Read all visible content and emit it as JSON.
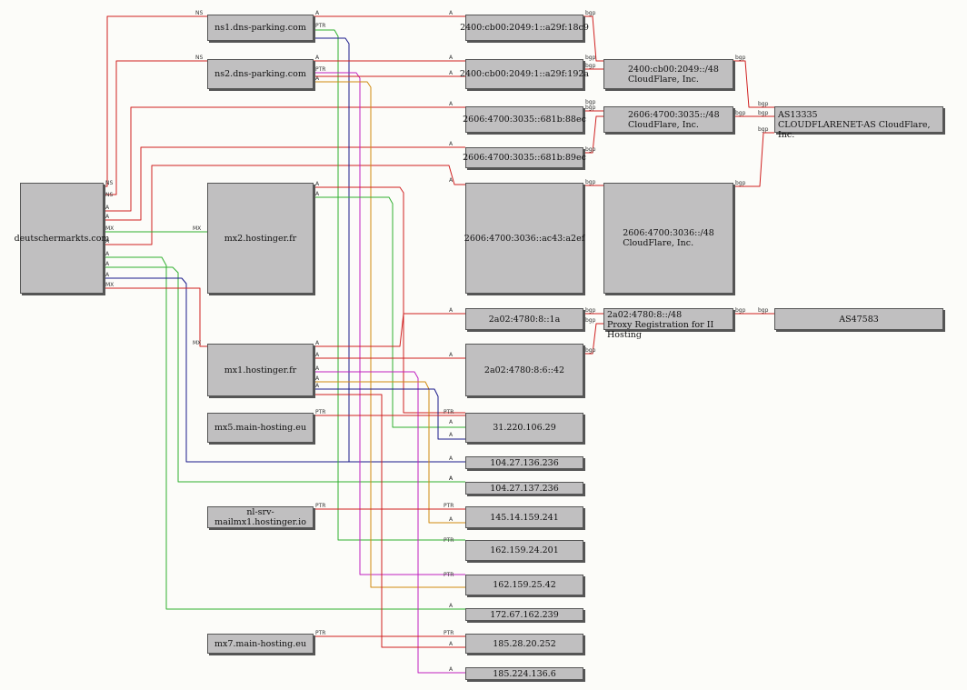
{
  "nodes": {
    "domain": "deutschermarkts.com",
    "ns1": "ns1.dns-parking.com",
    "ns2": "ns2.dns-parking.com",
    "mx2": "mx2.hostinger.fr",
    "mx1": "mx1.hostinger.fr",
    "mx5": "mx5.main-hosting.eu",
    "nlsrv": "nl-srv-mailmx1.hostinger.io",
    "mx7": "mx7.main-hosting.eu",
    "ip_2400_18c9": "2400:cb00:2049:1::a29f:18c9",
    "ip_2400_192a": "2400:cb00:2049:1::a29f:192a",
    "ip_2606_88ec": "2606:4700:3035::681b:88ec",
    "ip_2606_89ec": "2606:4700:3035::681b:89ec",
    "ip_2606_a2ef": "2606:4700:3036::ac43:a2ef",
    "ip_2a02_1a": "2a02:4780:8::1a",
    "ip_2a02_42": "2a02:4780:8:6::42",
    "ip_31": "31.220.106.29",
    "ip_104_136": "104.27.136.236",
    "ip_104_137": "104.27.137.236",
    "ip_145": "145.14.159.241",
    "ip_162_24": "162.159.24.201",
    "ip_162_25": "162.159.25.42",
    "ip_172": "172.67.162.239",
    "ip_185_28": "185.28.20.252",
    "ip_185_224": "185.224.136.6",
    "net_2400": [
      "2400:cb00:2049::/48",
      "CloudFlare, Inc."
    ],
    "net_3035": [
      "2606:4700:3035::/48",
      "CloudFlare, Inc."
    ],
    "net_3036": [
      "2606:4700:3036::/48",
      "CloudFlare, Inc."
    ],
    "net_2a02": [
      "2a02:4780:8::/48",
      "Proxy Registration for II Hosting"
    ],
    "as13335": [
      "AS13335",
      "CLOUDFLARENET-AS CloudFlare, Inc."
    ],
    "as47583": "AS47583"
  },
  "edge_labels": {
    "ns": "NS",
    "mx": "MX",
    "a": "A",
    "ptr": "PTR",
    "bgp": "bgp"
  },
  "colors": {
    "red": "#d02020",
    "green": "#30b030",
    "navy": "#1a1a8a",
    "orange": "#d08a10",
    "magenta": "#c020c0"
  }
}
